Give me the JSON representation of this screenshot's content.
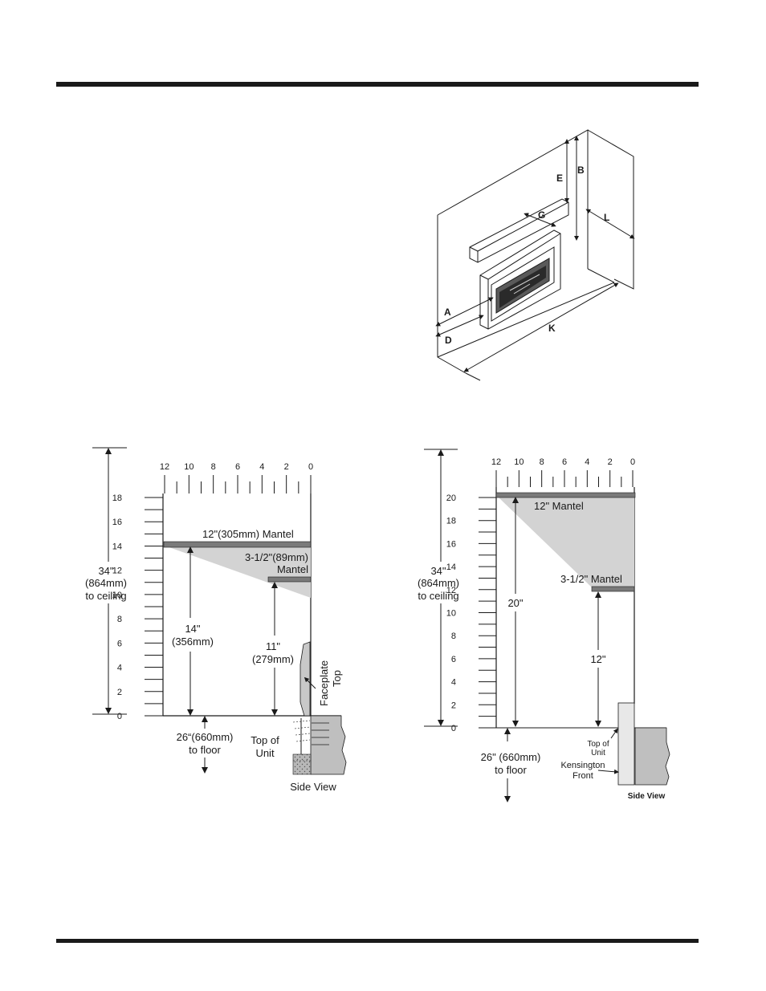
{
  "isometric": {
    "labels": {
      "A": "A",
      "B": "B",
      "D": "D",
      "E": "E",
      "G": "G",
      "K": "K",
      "L": "L"
    }
  },
  "left_diagram": {
    "x_ticks": [
      "12",
      "10",
      "8",
      "6",
      "4",
      "2",
      "0"
    ],
    "y_ticks": [
      "18",
      "16",
      "14",
      "12",
      "10",
      "8",
      "6",
      "4",
      "2",
      "0"
    ],
    "ceiling_line1": "34\"",
    "ceiling_line2": "(864mm)",
    "ceiling_line3": "to ceiling",
    "mantel_12": "12\"(305mm) Mantel",
    "mantel_35_line1": "3-1/2\"(89mm)",
    "mantel_35_line2": "Mantel",
    "dim_14_line1": "14\"",
    "dim_14_line2": "(356mm)",
    "dim_11_line1": "11\"",
    "dim_11_line2": "(279mm)",
    "faceplate_line1": "Faceplate",
    "faceplate_line2": "Top",
    "floor_line1": "26“(660mm)",
    "floor_line2": "to floor",
    "top_unit_line1": "Top of",
    "top_unit_line2": "Unit",
    "side_view": "Side View"
  },
  "right_diagram": {
    "x_ticks": [
      "12",
      "10",
      "8",
      "6",
      "4",
      "2",
      "0"
    ],
    "y_ticks": [
      "20",
      "18",
      "16",
      "14",
      "12",
      "10",
      "8",
      "6",
      "4",
      "2",
      "0"
    ],
    "ceiling_line1": "34\"",
    "ceiling_line2": "(864mm)",
    "ceiling_line3": "to ceiling",
    "mantel_12": "12\" Mantel",
    "mantel_35": "3-1/2\" Mantel",
    "dim_20": "20\"",
    "dim_12": "12\"",
    "floor_line1": "26\" (660mm)",
    "floor_line2": "to floor",
    "top_unit_line1": "Top of",
    "top_unit_line2": "Unit",
    "kensington_line1": "Kensington",
    "kensington_line2": "Front",
    "side_view": "Side View"
  },
  "colors": {
    "shade": "#d3d3d3",
    "mantel": "#7a7a7a",
    "ink": "#1a1a1a"
  }
}
